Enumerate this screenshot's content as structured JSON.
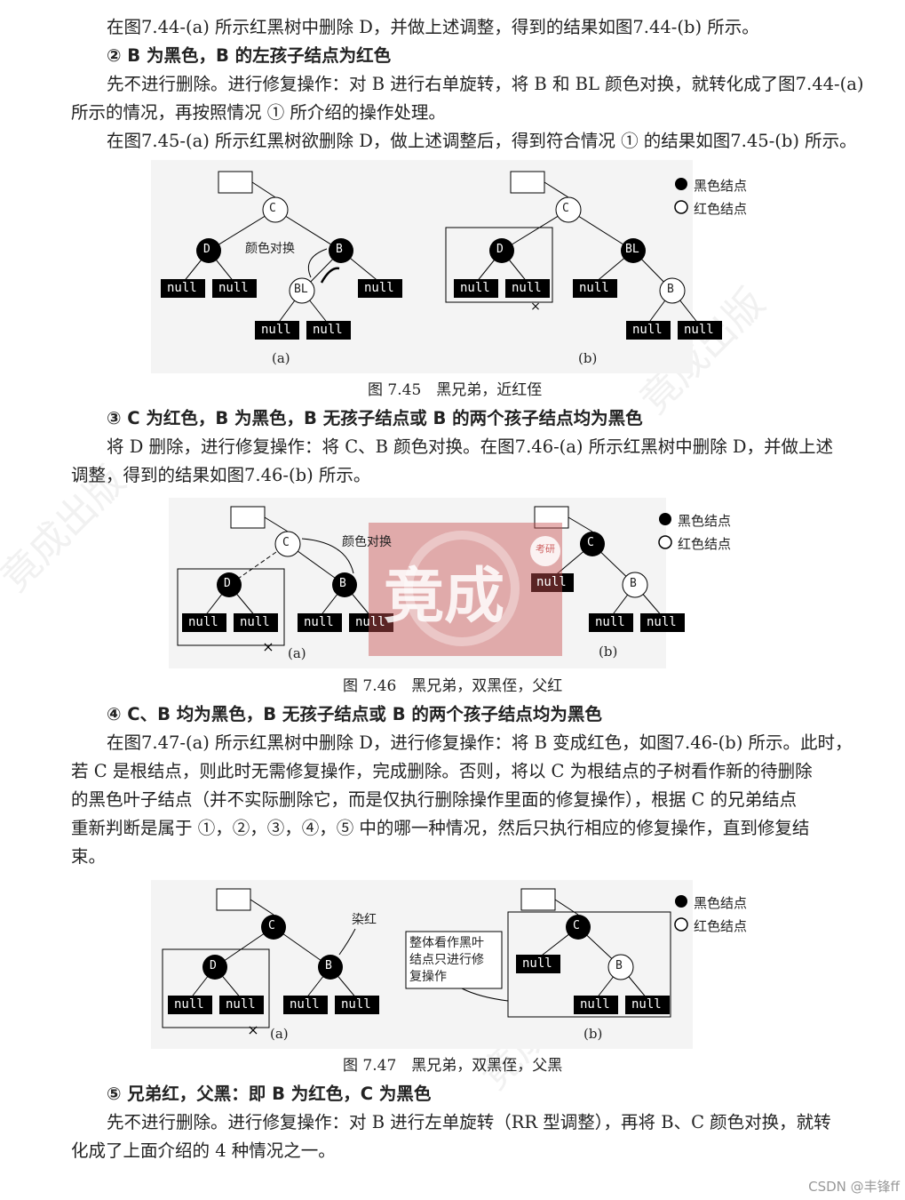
{
  "text": {
    "p1": "在图7.44-(a) 所示红黑树中删除 D，并做上述调整，得到的结果如图7.44-(b) 所示。",
    "h2": "② B 为黑色，B 的左孩子结点为红色",
    "p2a": "先不进行删除。进行修复操作：对 B 进行右单旋转，将 B 和 BL 颜色对换，就转化成了图7.44-(a)",
    "p2b": "所示的情况，再按照情况 ① 所介绍的操作处理。",
    "p2c": "在图7.45-(a) 所示红黑树欲删除 D，做上述调整后，得到符合情况 ① 的结果如图7.45-(b) 所示。",
    "cap745": "图 7.45　黑兄弟，近红侄",
    "h3": "③ C 为红色，B 为黑色，B 无孩子结点或 B 的两个孩子结点均为黑色",
    "p3a": "将 D 删除，进行修复操作：将 C、B 颜色对换。在图7.46-(a) 所示红黑树中删除 D，并做上述",
    "p3b": "调整，得到的结果如图7.46-(b) 所示。",
    "cap746": "图 7.46　黑兄弟，双黑侄，父红",
    "h4": "④ C、B 均为黑色，B 无孩子结点或 B 的两个孩子结点均为黑色",
    "p4a": "在图7.47-(a) 所示红黑树中删除 D，进行修复操作：将 B 变成红色，如图7.46-(b) 所示。此时，",
    "p4b": "若 C 是根结点，则此时无需修复操作，完成删除。否则，将以 C 为根结点的子树看作新的待删除",
    "p4c": "的黑色叶子结点（并不实际删除它，而是仅执行删除操作里面的修复操作），根据 C 的兄弟结点",
    "p4d": "重新判断是属于 ①，②，③，④，⑤ 中的哪一种情况，然后只执行相应的修复操作，直到修复结",
    "p4e": "束。",
    "cap747": "图 7.47　黑兄弟，双黑侄，父黑",
    "h5": "⑤ 兄弟红，父黑：即 B 为红色，C 为黑色",
    "p5a": "先不进行删除。进行修复操作：对 B 进行左单旋转（RR 型调整），再将 B、C 颜色对换，就转",
    "p5b": "化成了上面介绍的 4 种情况之一。"
  },
  "legend": {
    "black": "黑色结点",
    "red": "红色结点"
  },
  "labels": {
    "null": "null",
    "C": "C",
    "D": "D",
    "B": "B",
    "BL": "BL",
    "swap": "颜色对换",
    "dye": "染红",
    "a": "(a)",
    "b": "(b)",
    "note": [
      "整体看作黑叶",
      "结点只进行修",
      "复操作"
    ]
  },
  "stamp": {
    "text": "竟成",
    "side": "考研"
  },
  "watermark": "竟成出版",
  "footer": "CSDN @丰锋ff"
}
